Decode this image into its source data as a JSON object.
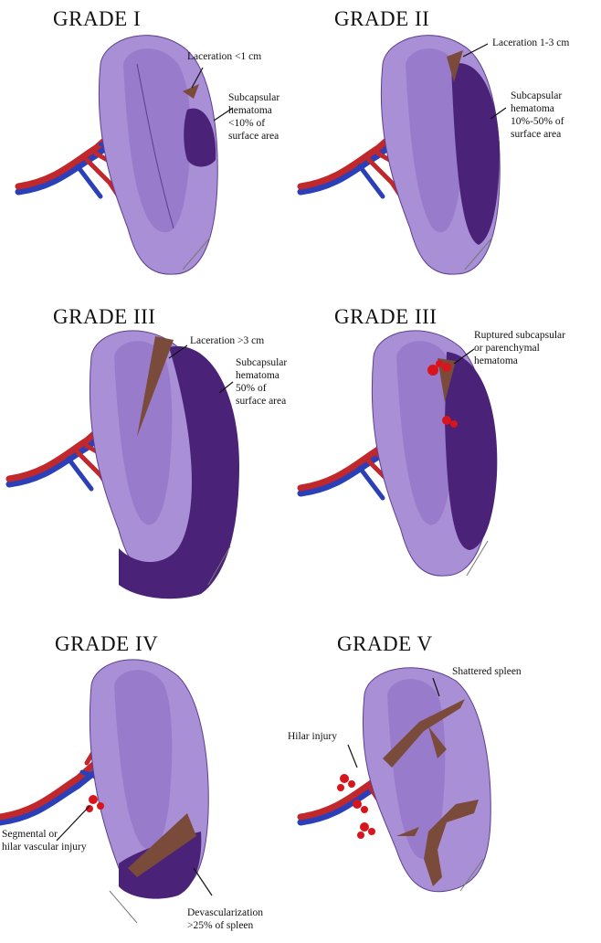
{
  "panels": [
    {
      "title": "GRADE I",
      "labels": [
        "Laceration <1 cm",
        "Subcapsular\nhematoma\n<10% of\nsurface area"
      ]
    },
    {
      "title": "GRADE II",
      "labels": [
        "Laceration 1-3 cm",
        "Subcapsular\nhematoma\n10%-50% of\nsurface area"
      ]
    },
    {
      "title": "GRADE III",
      "labels": [
        "Laceration >3 cm",
        "Subcapsular\nhematoma\n50% of\nsurface area"
      ]
    },
    {
      "title": "GRADE III",
      "labels": [
        "Ruptured subcapsular\nor parenchymal\nhematoma"
      ]
    },
    {
      "title": "GRADE IV",
      "labels": [
        "Segmental or\nhilar vascular injury",
        "Devascularization\n>25% of spleen"
      ]
    },
    {
      "title": "GRADE V",
      "labels": [
        "Shattered spleen",
        "Hilar injury"
      ]
    }
  ],
  "colors": {
    "spleen_light": "#a98fd6",
    "spleen_mid": "#8a6cc3",
    "hematoma": "#4a2378",
    "laceration": "#7a4a3a",
    "artery": "#c0282c",
    "vein": "#2b3fb8",
    "blood": "#d8141c"
  }
}
